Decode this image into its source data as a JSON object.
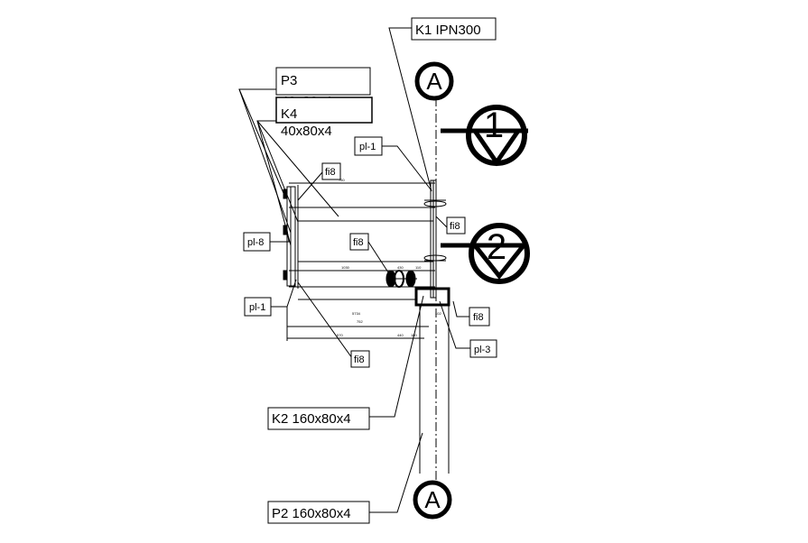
{
  "section": {
    "top_marker": "A",
    "bottom_marker": "A"
  },
  "levels": [
    "1",
    "2"
  ],
  "callouts": {
    "k1": "K1 IPN300",
    "p3_name": "P3",
    "p3_size": "40x80x4",
    "k4_name": "K4",
    "k4_size": "40x80x4",
    "pl1_top": "pl-1",
    "pl1_left": "pl-1",
    "pl8": "pl-8",
    "pl3": "pl-3",
    "fi8_a": "fi8",
    "fi8_b": "fi8",
    "fi8_c": "fi8",
    "fi8_d": "fi8",
    "fi8_e": "fi8",
    "k2": "K2 160x80x4",
    "p2": "P2 160x80x4"
  },
  "dimensions": {
    "top": "750",
    "mid_left": "1030",
    "mid_right": "430",
    "mid_far": "110",
    "bottom_a": "5734",
    "bottom_b": "752",
    "bottom_c": "570",
    "bottom_d": "440",
    "bottom_e": "102",
    "bottom_f": "160"
  },
  "colors": {
    "ink": "#000000",
    "background": "#ffffff"
  }
}
